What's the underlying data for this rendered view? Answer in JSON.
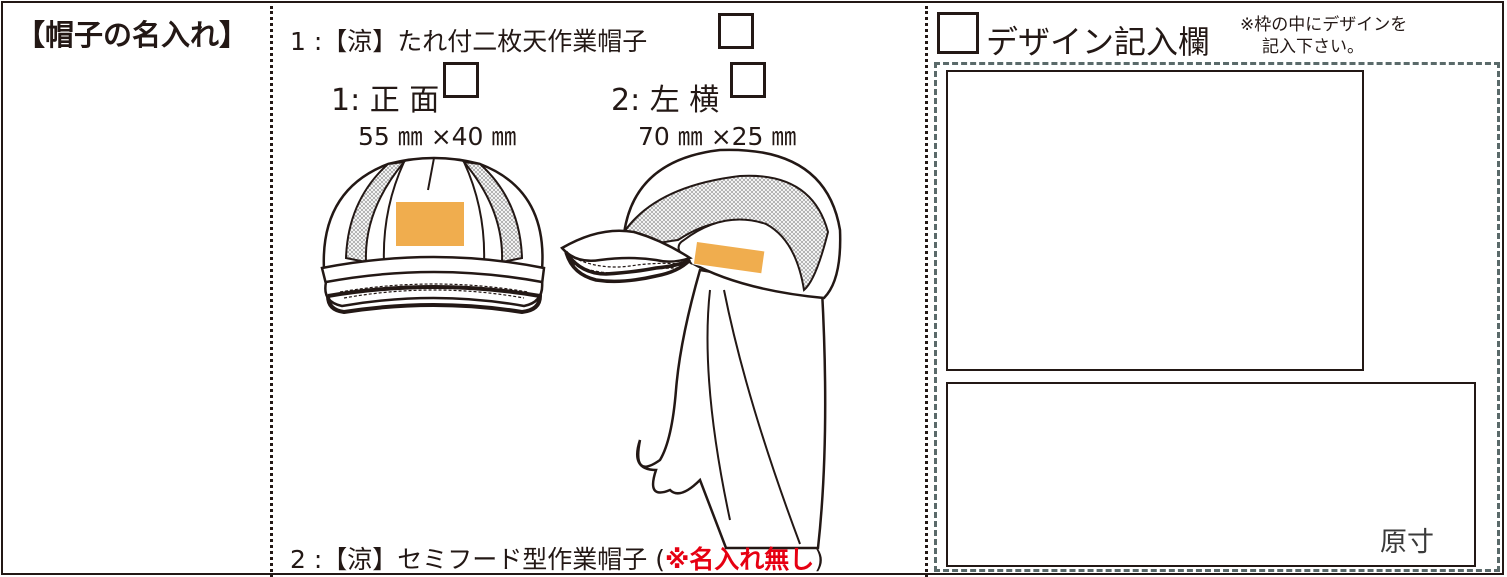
{
  "section_label": "【帽子の名入れ】",
  "item1": {
    "title": "1 :【涼】たれ付二枚天作業帽子",
    "front": {
      "label": "1: 正 面",
      "size": "55 ㎜ ×40 ㎜"
    },
    "side": {
      "label": "2: 左 横",
      "size": "70 ㎜ ×25 ㎜"
    }
  },
  "item2": {
    "title": "2 :【涼】セミフード型作業帽子 (",
    "note": "※名入れ無し",
    "close": ")"
  },
  "design": {
    "label": "デザイン記入欄",
    "note_line1": "※枠の中にデザインを",
    "note_line2": "記入下さい。",
    "actual_size": "原寸"
  },
  "colors": {
    "ink": "#231815",
    "print_area": "#f0ad4e",
    "note_red": "#e60012",
    "dashed_frame": "#5a6a6a",
    "mesh": "#b8b8b8"
  }
}
